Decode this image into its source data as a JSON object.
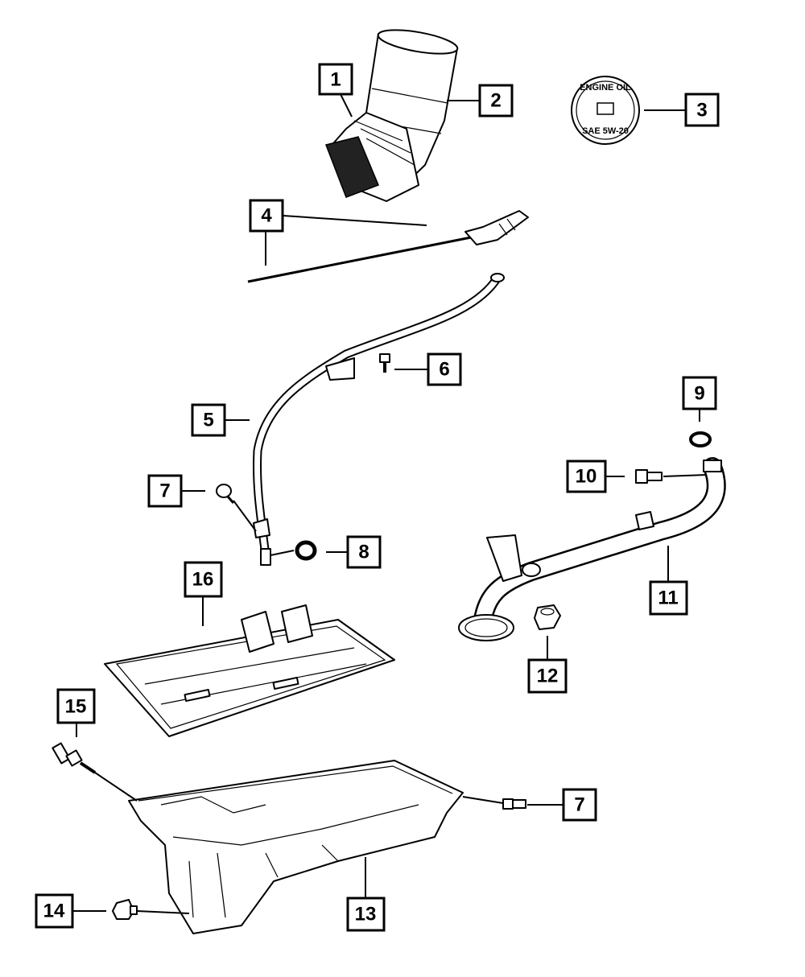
{
  "callouts": [
    {
      "id": "1",
      "label": "1"
    },
    {
      "id": "2",
      "label": "2"
    },
    {
      "id": "3",
      "label": "3"
    },
    {
      "id": "4",
      "label": "4"
    },
    {
      "id": "5",
      "label": "5"
    },
    {
      "id": "6",
      "label": "6"
    },
    {
      "id": "7a",
      "label": "7"
    },
    {
      "id": "8",
      "label": "8"
    },
    {
      "id": "9",
      "label": "9"
    },
    {
      "id": "10",
      "label": "10"
    },
    {
      "id": "11",
      "label": "11"
    },
    {
      "id": "12",
      "label": "12"
    },
    {
      "id": "13",
      "label": "13"
    },
    {
      "id": "14",
      "label": "14"
    },
    {
      "id": "15",
      "label": "15"
    },
    {
      "id": "16",
      "label": "16"
    },
    {
      "id": "7b",
      "label": "7"
    }
  ],
  "oil_cap": {
    "top_text": "ENGINE OIL",
    "bottom_text": "SAE 5W-20"
  },
  "colors": {
    "line": "#000000",
    "background": "#ffffff"
  }
}
